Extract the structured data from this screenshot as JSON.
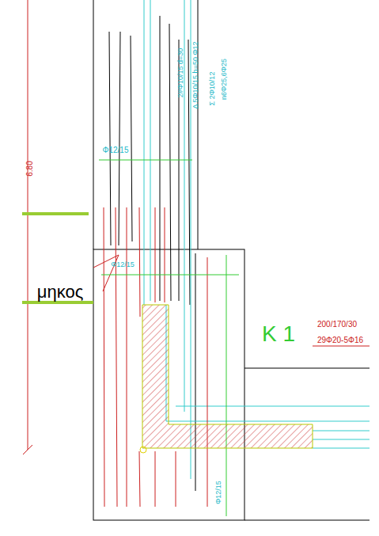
{
  "diagram": {
    "labels": [
      "6.80",
      "Φ12/15",
      "2#Φ10/15 d=30",
      "Δ 5Φ10/15 h=50 Φ12",
      "Σ 2Φ10/12",
      "n6Φ25,6Φ25",
      "Φ12/15",
      "μηκος",
      "K 1",
      "200/170/30",
      "29Φ20-5Φ16",
      "Φ12/15"
    ]
  }
}
